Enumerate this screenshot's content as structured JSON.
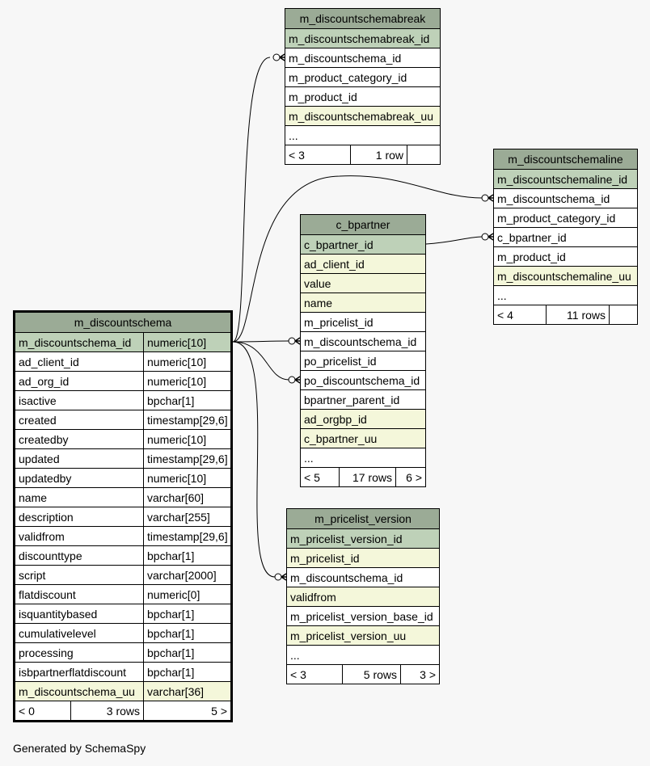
{
  "footer_note": "Generated by SchemaSpy",
  "tables": [
    {
      "id": "m_discountschema",
      "name": "m_discountschema",
      "main": true,
      "rows": [
        {
          "name": "m_discountschema_id",
          "type": "numeric[10]",
          "kind": "pk"
        },
        {
          "name": "ad_client_id",
          "type": "numeric[10]",
          "kind": "plain"
        },
        {
          "name": "ad_org_id",
          "type": "numeric[10]",
          "kind": "plain"
        },
        {
          "name": "isactive",
          "type": "bpchar[1]",
          "kind": "plain"
        },
        {
          "name": "created",
          "type": "timestamp[29,6]",
          "kind": "plain"
        },
        {
          "name": "createdby",
          "type": "numeric[10]",
          "kind": "plain"
        },
        {
          "name": "updated",
          "type": "timestamp[29,6]",
          "kind": "plain"
        },
        {
          "name": "updatedby",
          "type": "numeric[10]",
          "kind": "plain"
        },
        {
          "name": "name",
          "type": "varchar[60]",
          "kind": "plain"
        },
        {
          "name": "description",
          "type": "varchar[255]",
          "kind": "plain"
        },
        {
          "name": "validfrom",
          "type": "timestamp[29,6]",
          "kind": "plain"
        },
        {
          "name": "discounttype",
          "type": "bpchar[1]",
          "kind": "plain"
        },
        {
          "name": "script",
          "type": "varchar[2000]",
          "kind": "plain"
        },
        {
          "name": "flatdiscount",
          "type": "numeric[0]",
          "kind": "plain"
        },
        {
          "name": "isquantitybased",
          "type": "bpchar[1]",
          "kind": "plain"
        },
        {
          "name": "cumulativelevel",
          "type": "bpchar[1]",
          "kind": "plain"
        },
        {
          "name": "processing",
          "type": "bpchar[1]",
          "kind": "plain"
        },
        {
          "name": "isbpartnerflatdiscount",
          "type": "bpchar[1]",
          "kind": "plain"
        },
        {
          "name": "m_discountschema_uu",
          "type": "varchar[36]",
          "kind": "idx"
        }
      ],
      "footer": {
        "parents": "< 0",
        "rows": "3 rows",
        "children": "5 >"
      }
    },
    {
      "id": "m_discountschemabreak",
      "name": "m_discountschemabreak",
      "rows": [
        {
          "name": "m_discountschemabreak_id",
          "kind": "pk"
        },
        {
          "name": "m_discountschema_id",
          "kind": "plain"
        },
        {
          "name": "m_product_category_id",
          "kind": "plain"
        },
        {
          "name": "m_product_id",
          "kind": "plain"
        },
        {
          "name": "m_discountschemabreak_uu",
          "kind": "idx"
        },
        {
          "name": "...",
          "kind": "plain"
        }
      ],
      "footer": {
        "parents": "< 3",
        "rows": "1 row",
        "children": ""
      }
    },
    {
      "id": "m_discountschemaline",
      "name": "m_discountschemaline",
      "rows": [
        {
          "name": "m_discountschemaline_id",
          "kind": "pk"
        },
        {
          "name": "m_discountschema_id",
          "kind": "plain"
        },
        {
          "name": "m_product_category_id",
          "kind": "plain"
        },
        {
          "name": "c_bpartner_id",
          "kind": "plain"
        },
        {
          "name": "m_product_id",
          "kind": "plain"
        },
        {
          "name": "m_discountschemaline_uu",
          "kind": "idx"
        },
        {
          "name": "...",
          "kind": "plain"
        }
      ],
      "footer": {
        "parents": "< 4",
        "rows": "11 rows",
        "children": ""
      }
    },
    {
      "id": "c_bpartner",
      "name": "c_bpartner",
      "rows": [
        {
          "name": "c_bpartner_id",
          "kind": "pk"
        },
        {
          "name": "ad_client_id",
          "kind": "idx"
        },
        {
          "name": "value",
          "kind": "idx"
        },
        {
          "name": "name",
          "kind": "idx"
        },
        {
          "name": "m_pricelist_id",
          "kind": "plain"
        },
        {
          "name": "m_discountschema_id",
          "kind": "plain"
        },
        {
          "name": "po_pricelist_id",
          "kind": "plain"
        },
        {
          "name": "po_discountschema_id",
          "kind": "plain"
        },
        {
          "name": "bpartner_parent_id",
          "kind": "plain"
        },
        {
          "name": "ad_orgbp_id",
          "kind": "idx"
        },
        {
          "name": "c_bpartner_uu",
          "kind": "idx"
        },
        {
          "name": "...",
          "kind": "plain"
        }
      ],
      "footer": {
        "parents": "< 5",
        "rows": "17 rows",
        "children": "6 >"
      }
    },
    {
      "id": "m_pricelist_version",
      "name": "m_pricelist_version",
      "rows": [
        {
          "name": "m_pricelist_version_id",
          "kind": "pk"
        },
        {
          "name": "m_pricelist_id",
          "kind": "idx"
        },
        {
          "name": "m_discountschema_id",
          "kind": "plain"
        },
        {
          "name": "validfrom",
          "kind": "idx"
        },
        {
          "name": "m_pricelist_version_base_id",
          "kind": "plain"
        },
        {
          "name": "m_pricelist_version_uu",
          "kind": "idx"
        },
        {
          "name": "...",
          "kind": "plain"
        }
      ],
      "footer": {
        "parents": "< 3",
        "rows": "5 rows",
        "children": "3 >"
      }
    }
  ],
  "relationships": [
    {
      "from": "m_discountschema.m_discountschema_id",
      "to": "m_discountschemabreak.m_discountschema_id"
    },
    {
      "from": "m_discountschema.m_discountschema_id",
      "to": "m_discountschemaline.m_discountschema_id"
    },
    {
      "from": "c_bpartner.c_bpartner_id",
      "to": "m_discountschemaline.c_bpartner_id"
    },
    {
      "from": "m_discountschema.m_discountschema_id",
      "to": "c_bpartner.m_discountschema_id"
    },
    {
      "from": "m_discountschema.m_discountschema_id",
      "to": "c_bpartner.po_discountschema_id"
    },
    {
      "from": "m_discountschema.m_discountschema_id",
      "to": "m_pricelist_version.m_discountschema_id"
    }
  ]
}
